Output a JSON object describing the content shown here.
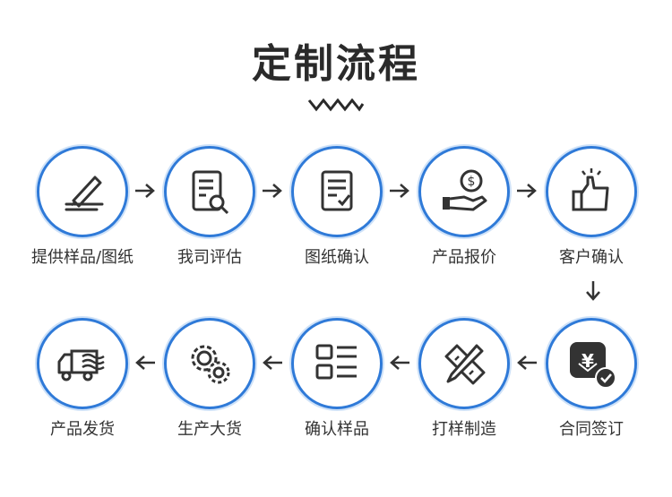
{
  "title": "定制流程",
  "accent_color": "#2f7ad8",
  "steps": [
    {
      "label": "提供样品/图纸",
      "icon": "pen-drawing-icon"
    },
    {
      "label": "我司评估",
      "icon": "document-search-icon"
    },
    {
      "label": "图纸确认",
      "icon": "document-check-icon"
    },
    {
      "label": "产品报价",
      "icon": "hand-coin-icon"
    },
    {
      "label": "客户确认",
      "icon": "thumbs-up-icon"
    },
    {
      "label": "合同签订",
      "icon": "contract-yen-check-icon"
    },
    {
      "label": "打样制造",
      "icon": "pencil-ruler-icon"
    },
    {
      "label": "确认样品",
      "icon": "list-grid-icon"
    },
    {
      "label": "生产大货",
      "icon": "gears-icon"
    },
    {
      "label": "产品发货",
      "icon": "delivery-truck-icon"
    }
  ]
}
